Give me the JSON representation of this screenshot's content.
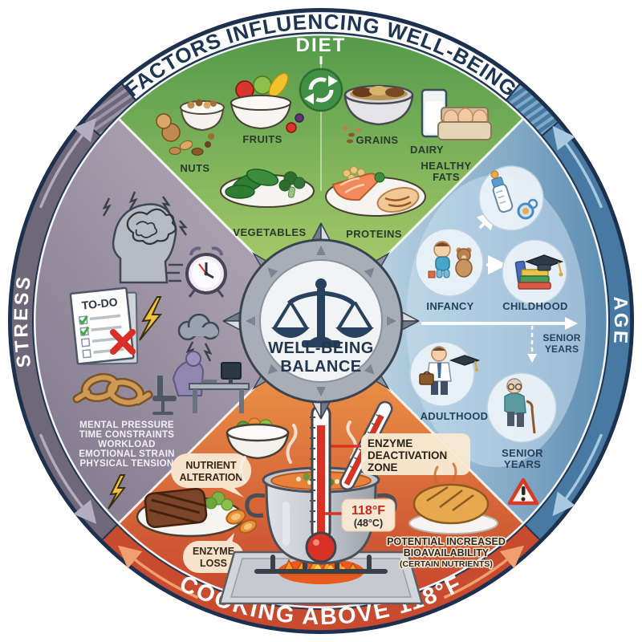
{
  "title": "FACTORS INFLUENCING WELL-BEING",
  "center": {
    "balance_line1": "WELL-BEING",
    "balance_line2": "BALANCE"
  },
  "diet": {
    "label": "DIET",
    "nuts": "NUTS",
    "fruits": "FRUITS",
    "vegetables": "VEGETABLES",
    "grains": "GRAINS",
    "dairy": "DAIRY",
    "healthy_fats_line1": "HEALTHY",
    "healthy_fats_line2": "FATS",
    "proteins": "PROTEINS"
  },
  "age": {
    "label": "AGE",
    "infancy": "INFANCY",
    "childhood": "CHILDHOOD",
    "adulthood": "ADULTHOOD",
    "senior_line1": "SENIOR",
    "senior_line2": "YEARS",
    "timeline_senior_line1": "SENIOR",
    "timeline_senior_line2": "YEARS"
  },
  "stress": {
    "label": "STRESS",
    "todo_title": "TO-DO",
    "factors": [
      "MENTAL PRESSURE",
      "TIME CONSTRAINTS",
      "WORKLOAD",
      "EMOTIONAL STRAIN",
      "PHYSICAL TENSION"
    ]
  },
  "cooking": {
    "arc_label": "COOKING ABOVE 118°F",
    "nutrient_line1": "NUTRIENT",
    "nutrient_line2": "ALTERATION",
    "enzyme_line1": "ENZYME",
    "enzyme_line2": "LOSS",
    "zone_line1": "ENZYME",
    "zone_line2": "DEACTIVATION",
    "zone_line3": "ZONE",
    "temp_f": "118°F",
    "temp_c": "(48°C)",
    "bio_line1": "POTENTIAL INCREASED",
    "bio_line2": "BIOAVAILABILITY",
    "bio_line3": "(CERTAIN NUTRIENTS)"
  },
  "colors": {
    "navy": "#1d3050",
    "diet_green": "#57a04a",
    "age_blue": "#4779a3",
    "stress_purple": "#6e6878",
    "cooking_red": "#c84b2f",
    "temp_red": "#d2301c"
  }
}
